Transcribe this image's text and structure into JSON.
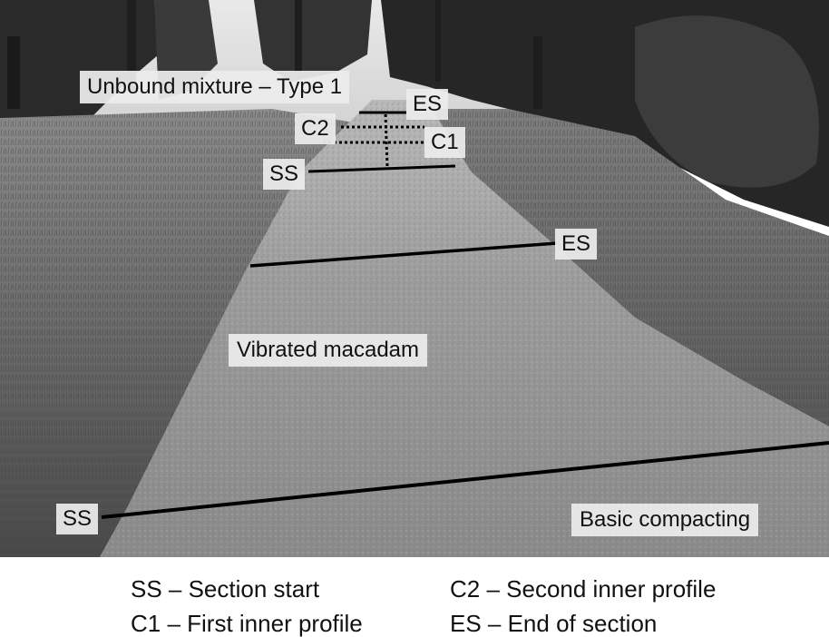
{
  "photo": {
    "description_labels": {
      "unbound": "Unbound mixture – Type 1",
      "vibrated": "Vibrated macadam",
      "basic": "Basic compacting"
    },
    "markers": {
      "es_far": "ES",
      "c2": "C2",
      "c1": "C1",
      "ss_far": "SS",
      "es_mid": "ES",
      "ss_near": "SS"
    }
  },
  "legend": {
    "ss": "SS – Section start",
    "c1": "C1 – First inner profile",
    "c2": "C2 – Second inner profile",
    "es": "ES – End of section"
  }
}
